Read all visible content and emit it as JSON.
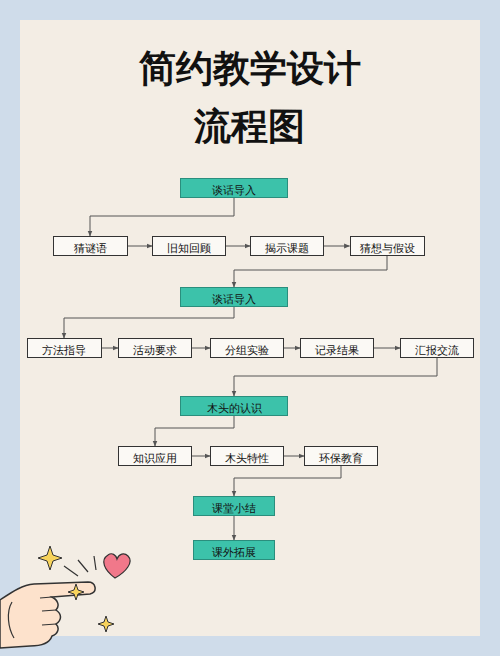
{
  "diagram": {
    "title": "简约教学设计 流程图",
    "nodes": [
      {
        "text": [
          "谈话导入"
        ]
      },
      {
        "text": [
          "猜谜语"
        ]
      },
      {
        "text": [
          "旧知回顾"
        ]
      },
      {
        "text": [
          "揭示课题"
        ]
      },
      {
        "text": [
          "猜想与假设"
        ]
      },
      {
        "text": [
          "谈话导入"
        ]
      },
      {
        "text": [
          "方法指导"
        ]
      },
      {
        "text": [
          "活动要求"
        ]
      },
      {
        "text": [
          "分组实验"
        ]
      },
      {
        "text": [
          "记录结果"
        ]
      },
      {
        "text": [
          "汇报交流"
        ]
      },
      {
        "text": [
          "木头的认识"
        ]
      },
      {
        "text": [
          "知识应用"
        ]
      },
      {
        "text": [
          "木头特性"
        ]
      },
      {
        "text": [
          "环保教育"
        ]
      },
      {
        "text": [
          "课堂小结"
        ]
      },
      {
        "text": [
          "课外拓展"
        ]
      }
    ],
    "edges": [
      {
        "from": 0,
        "to": 1,
        "arrow": "to"
      },
      {
        "from": 1,
        "to": 2,
        "arrow": "to"
      },
      {
        "from": 2,
        "to": 3,
        "arrow": "to"
      },
      {
        "from": 3,
        "to": 4,
        "arrow": "to"
      },
      {
        "from": 4,
        "to": 5,
        "arrow": "to"
      },
      {
        "from": 5,
        "to": 6,
        "arrow": "to"
      },
      {
        "from": 6,
        "to": 7,
        "arrow": "to"
      },
      {
        "from": 7,
        "to": 8,
        "arrow": "to"
      },
      {
        "from": 8,
        "to": 9,
        "arrow": "to"
      },
      {
        "from": 9,
        "to": 10,
        "arrow": "to"
      },
      {
        "from": 10,
        "to": 11,
        "arrow": "to"
      },
      {
        "from": 11,
        "to": 12,
        "arrow": "to"
      },
      {
        "from": 12,
        "to": 13,
        "arrow": "to"
      },
      {
        "from": 13,
        "to": 14,
        "arrow": "to"
      },
      {
        "from": 14,
        "to": 15,
        "arrow": "to"
      },
      {
        "from": 15,
        "to": 16,
        "arrow": "to"
      }
    ]
  }
}
